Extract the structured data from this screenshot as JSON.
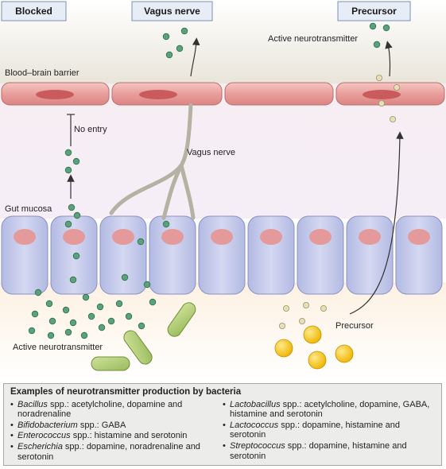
{
  "headers": {
    "blocked": "Blocked",
    "vagus": "Vagus nerve",
    "precursor": "Precursor"
  },
  "labels": {
    "active_top": "Active neurotransmitter",
    "bbb": "Blood–brain barrier",
    "no_entry": "No entry",
    "vagus_mid": "Vagus nerve",
    "gut_mucosa": "Gut mucosa",
    "precursor_low": "Precursor",
    "active_bottom": "Active neurotransmitter"
  },
  "colors": {
    "neurotransmitter": "#5aa27c",
    "precursor_dot": "#e6dfb8",
    "precursor_sphere": "#f5c21c",
    "bacteria": "#b6d07a",
    "bbb_cell": "#e79c9c",
    "gut_cell": "#c7cdeb",
    "nerve": "#b5b2a3"
  },
  "legend": {
    "title": "Examples of neurotransmitter production by bacteria",
    "left": [
      {
        "genus": "Bacillus",
        "rest": " spp.: acetylcholine, dopamine and noradrenaline"
      },
      {
        "genus": "Bifidobacterium",
        "rest": " spp.: GABA"
      },
      {
        "genus": "Enterococcus",
        "rest": " spp.: histamine and serotonin"
      },
      {
        "genus": "Escherichia",
        "rest": " spp.: dopamine, noradrenaline and serotonin"
      }
    ],
    "right": [
      {
        "genus": "Lactobacillus",
        "rest": " spp.: acetylcholine, dopamine, GABA, histamine and serotonin"
      },
      {
        "genus": "Lactococcus",
        "rest": " spp.: dopamine, histamine and serotonin"
      },
      {
        "genus": "Streptococcus",
        "rest": " spp.: dopamine, histamine and serotonin"
      }
    ]
  }
}
